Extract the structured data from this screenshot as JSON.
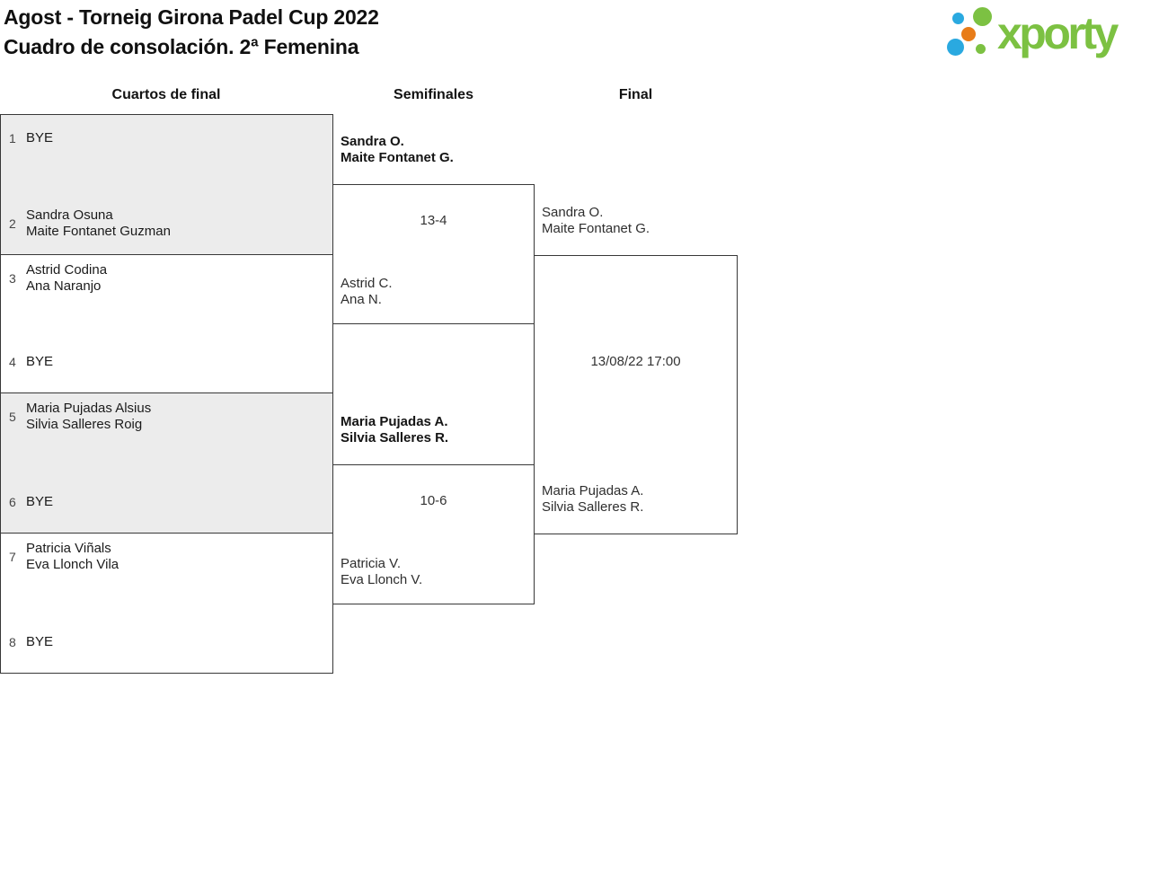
{
  "header": {
    "title_line1": "Agost - Torneig Girona Padel Cup 2022",
    "title_line2": "Cuadro de consolación. 2ª Femenina"
  },
  "logo": {
    "wordmark": "xporty",
    "colors": {
      "green": "#7cc142",
      "blue": "#2aa9e0",
      "orange": "#e87c18"
    }
  },
  "round_headers": {
    "quarterfinals": "Cuartos de final",
    "semifinals": "Semifinales",
    "final": "Final"
  },
  "rounds": {
    "quarterfinals": [
      {
        "top_seed": "1",
        "top_lines": [
          "BYE"
        ],
        "bottom_seed": "2",
        "bottom_lines": [
          "Sandra Osuna",
          "Maite Fontanet Guzman"
        ]
      },
      {
        "top_seed": "3",
        "top_lines": [
          "Astrid Codina",
          "Ana Naranjo"
        ],
        "bottom_seed": "4",
        "bottom_lines": [
          "BYE"
        ]
      },
      {
        "top_seed": "5",
        "top_lines": [
          "Maria Pujadas Alsius",
          "Silvia Salleres Roig"
        ],
        "bottom_seed": "6",
        "bottom_lines": [
          "BYE"
        ]
      },
      {
        "top_seed": "7",
        "top_lines": [
          "Patricia Viñals",
          "Eva Llonch Vila"
        ],
        "bottom_seed": "8",
        "bottom_lines": [
          "BYE"
        ]
      }
    ],
    "semifinals": [
      {
        "top_lines": [
          "Sandra O.",
          "Maite Fontanet G."
        ],
        "score": "13-4",
        "bottom_lines": [
          "Astrid C.",
          "Ana N."
        ],
        "winner_lines": [
          "Sandra O.",
          "Maite Fontanet G."
        ]
      },
      {
        "top_lines": [
          "Maria Pujadas A.",
          "Silvia Salleres R."
        ],
        "score": "10-6",
        "bottom_lines": [
          "Patricia V.",
          "Eva Llonch V."
        ],
        "winner_lines": [
          "Maria Pujadas A.",
          "Silvia Salleres R."
        ]
      }
    ],
    "final": {
      "schedule": "13/08/22 17:00"
    }
  }
}
